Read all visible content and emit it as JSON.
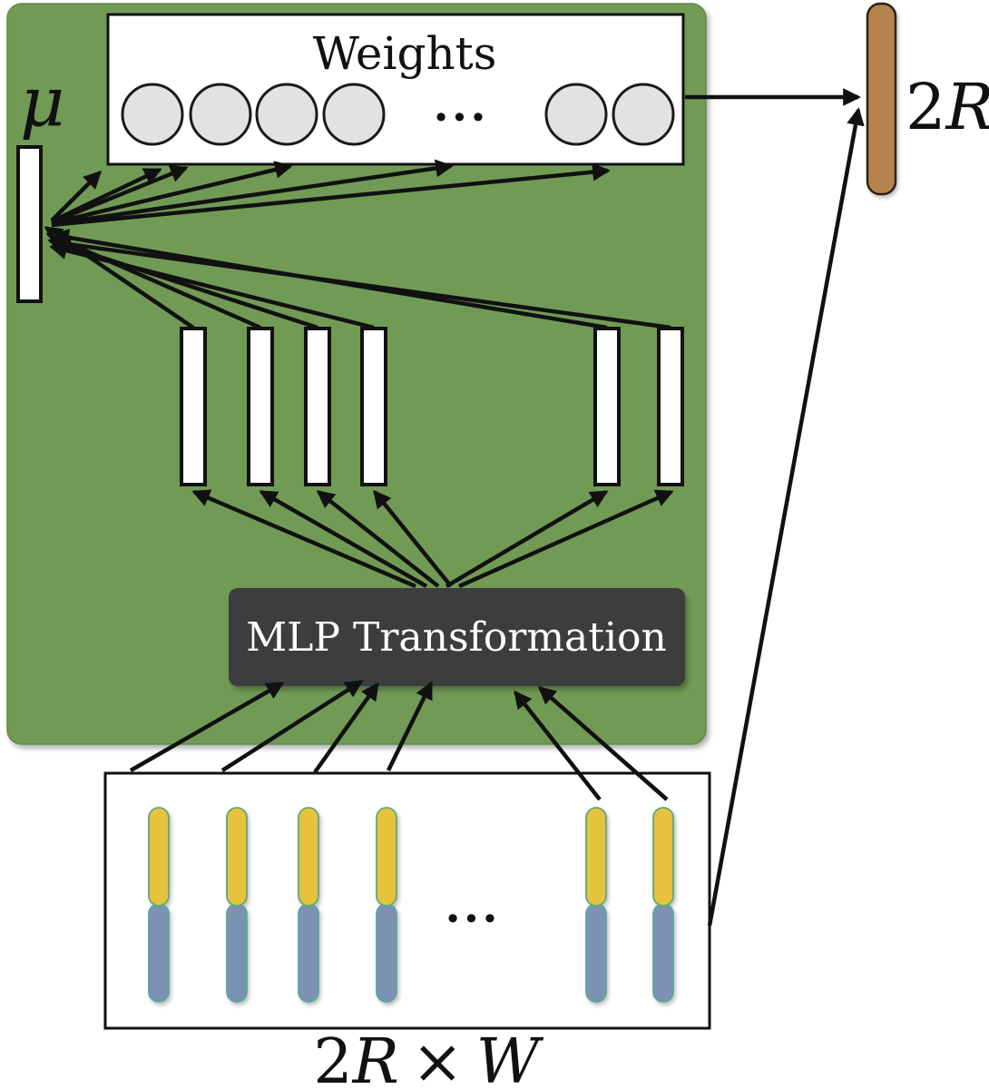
{
  "diagram": {
    "mu_label": "μ",
    "weights": {
      "title": "Weights",
      "ellipsis": "..."
    },
    "mlp": {
      "label": "MLP Transformation"
    },
    "output_bar": {
      "label": {
        "num": "2",
        "var": "R"
      }
    },
    "input_box": {
      "ellipsis": "...",
      "caption": {
        "num": "2",
        "var1": "R",
        "times": "×",
        "var2": "W"
      }
    }
  },
  "colors": {
    "panel_green": "#719b54",
    "panel_border": "#5e8a45",
    "mlp_gray": "#3d3d3d",
    "output_brown": "#b5834c",
    "circle_gray": "#e2e2e2",
    "capsule_yellow": "#e7c23c",
    "capsule_yellow_border": "#5ea878",
    "capsule_blue": "#7d92b2",
    "capsule_blue_border": "#57a99e",
    "arrow_black": "#111111"
  }
}
